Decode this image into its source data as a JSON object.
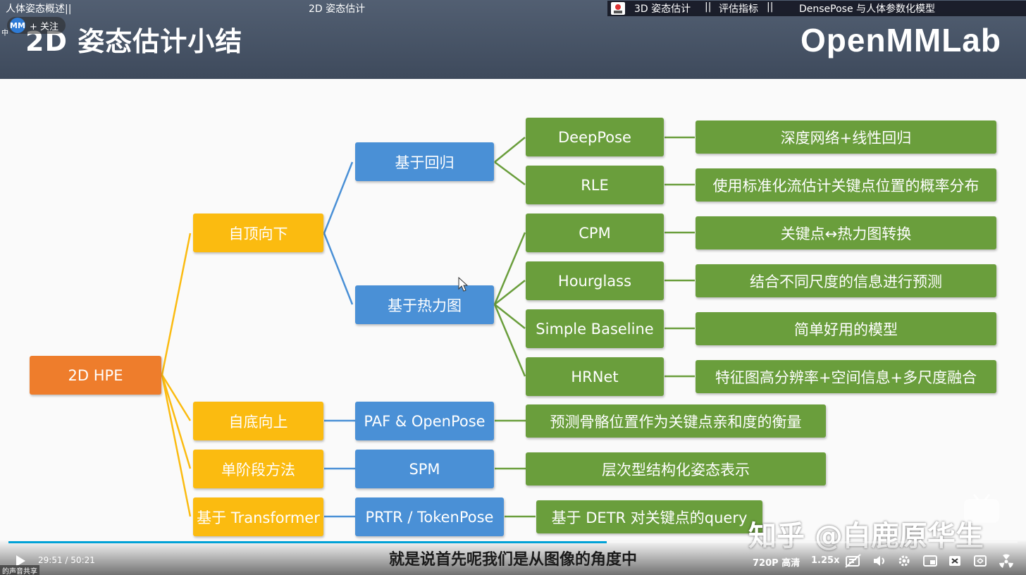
{
  "chapters": {
    "left": "人体姿态概述||",
    "center": "2D 姿态估计",
    "item_3d": "3D 姿态估计",
    "sep1": "||",
    "item_eval": "评估指标",
    "sep2": "||",
    "item_dense": "DensePose 与人体参数化模型"
  },
  "uploader": {
    "avatar_text": "MM",
    "follow_label": "+ 关注",
    "side_char": "中"
  },
  "slide": {
    "title": "2D 姿态估计小结",
    "brand": "OpenMMLab",
    "root": "2D HPE",
    "level1": [
      "自顶向下",
      "自底向上",
      "单阶段方法",
      "基于 Transformer"
    ],
    "level2": [
      "基于回归",
      "基于热力图",
      "PAF & OpenPose",
      "SPM",
      "PRTR / TokenPose"
    ],
    "methods": [
      "DeepPose",
      "RLE",
      "CPM",
      "Hourglass",
      "Simple Baseline",
      "HRNet"
    ],
    "descriptions": [
      "深度网络+线性回归",
      "使用标准化流估计关键点位置的概率分布",
      "关键点↔热力图转换",
      "结合不同尺度的信息进行预测",
      "简单好用的模型",
      "特征图高分辨率+空间信息+多尺度融合",
      "预测骨骼位置作为关键点亲和度的衡量",
      "层次型结构化姿态表示",
      "基于 DETR 对关键点的query"
    ],
    "colors": {
      "root": "#ee7d2c",
      "level1": "#fbbb10",
      "level2": "#4a90d6",
      "leaf": "#6a9e3c"
    }
  },
  "player": {
    "current_time": "29:51",
    "separator": "/",
    "total_time": "50:21",
    "progress": 0.593,
    "subtitle": "就是说首先呢我们是从图像的角度中",
    "quality": "720P 高清",
    "speed": "1.25x",
    "icons": [
      "play-icon",
      "danmaku-off-icon",
      "volume-icon",
      "settings-icon",
      "picture-in-picture-icon",
      "widescreen-icon",
      "fullscreen-icon",
      "radiation-icon"
    ]
  },
  "watermark": "知乎 @白鹿原华生",
  "bottom_tag": "的声音共享"
}
